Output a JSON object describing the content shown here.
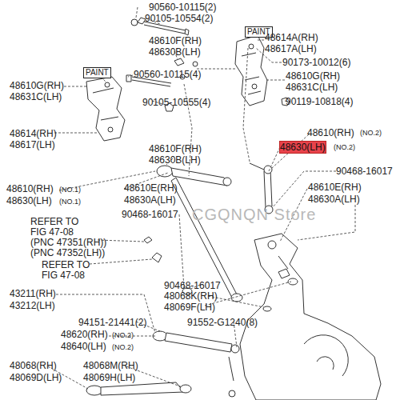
{
  "diagram": {
    "labels": [
      "90560-10115(2)",
      "90105-10554(2)",
      "48610F(RH)",
      "48630B(LH)",
      "PAINT",
      "48614A(RH)",
      "48617A(LH)",
      "90173-10012(6)",
      "48610G(RH)",
      "48631C(LH)",
      "90119-10818(4)",
      "PAINT",
      "48610G(RH)",
      "48631C(LH)",
      "90560-10115(4)",
      "90105-10555(4)",
      "48614(RH)",
      "48617(LH)",
      "48610F(RH)",
      "48630B(LH)",
      "48610(RH)",
      "(NO.2)",
      "48630(LH)",
      "(NO.2)",
      "90468-16017",
      "48610(RH)",
      "(NO.1)",
      "48630(LH)",
      "(NO.1)",
      "48610E(RH)",
      "48630A(LH)",
      "48610E(RH)",
      "48630A(LH)",
      "90468-16017",
      "REFER TO",
      "FIG 47-08",
      "(PNC 47351(RH))",
      "(PNC 47352(LH))",
      "REFER TO",
      "FIG 47-08",
      "90468-16017",
      "43211(RH)",
      "43212(LH)",
      "48068K(RH)",
      "48069F(LH)",
      "94151-21441(2)",
      "91552-G1240(8)",
      "48620(RH)",
      "(NO.2)",
      "48640(LH)",
      "(NO.2)",
      "48068(RH)",
      "48069D(LH)",
      "48068M(RH)",
      "48069H(LH)",
      "CGQNQN Store"
    ]
  }
}
